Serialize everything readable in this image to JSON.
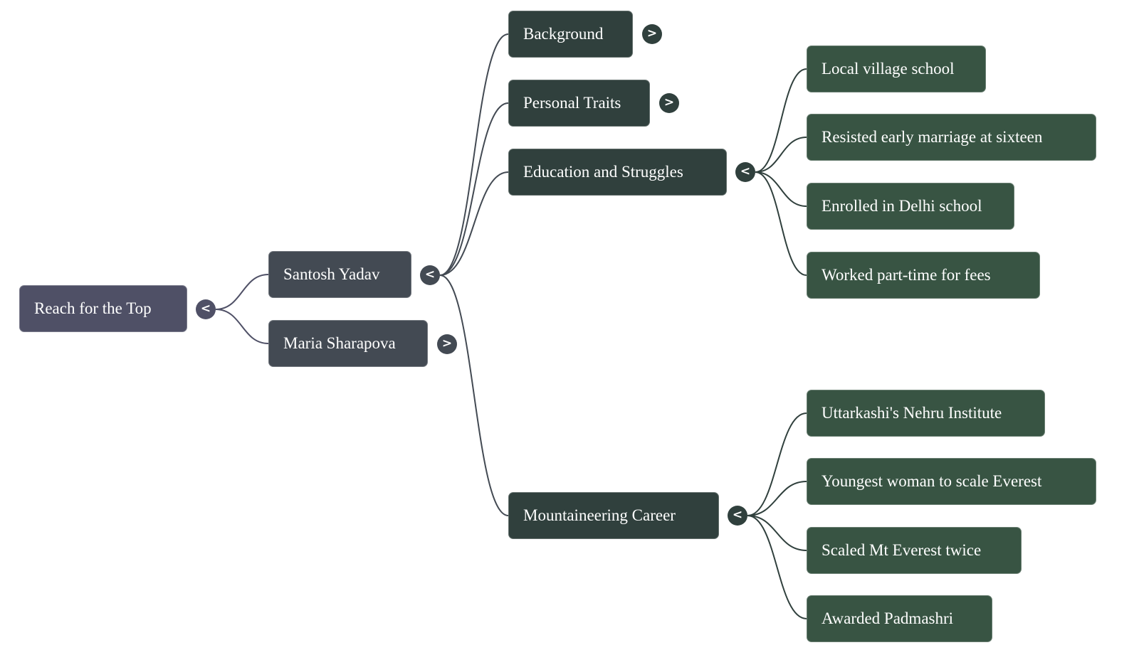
{
  "mindmap": {
    "root": {
      "label": "Reach for the Top",
      "toggle": "<"
    },
    "people": [
      {
        "label": "Santosh Yadav",
        "toggle": "<"
      },
      {
        "label": "Maria Sharapova",
        "toggle": ">"
      }
    ],
    "topics": [
      {
        "label": "Background",
        "toggle": ">"
      },
      {
        "label": "Personal Traits",
        "toggle": ">"
      },
      {
        "label": "Education and Struggles",
        "toggle": "<"
      },
      {
        "label": "Mountaineering Career",
        "toggle": "<"
      }
    ],
    "education_items": [
      {
        "label": "Local village school"
      },
      {
        "label": "Resisted early marriage at sixteen"
      },
      {
        "label": "Enrolled in Delhi school"
      },
      {
        "label": "Worked part-time for fees"
      }
    ],
    "career_items": [
      {
        "label": "Uttarkashi's Nehru Institute"
      },
      {
        "label": "Youngest woman to scale Everest"
      },
      {
        "label": "Scaled Mt Everest twice"
      },
      {
        "label": "Awarded Padmashri"
      }
    ]
  }
}
